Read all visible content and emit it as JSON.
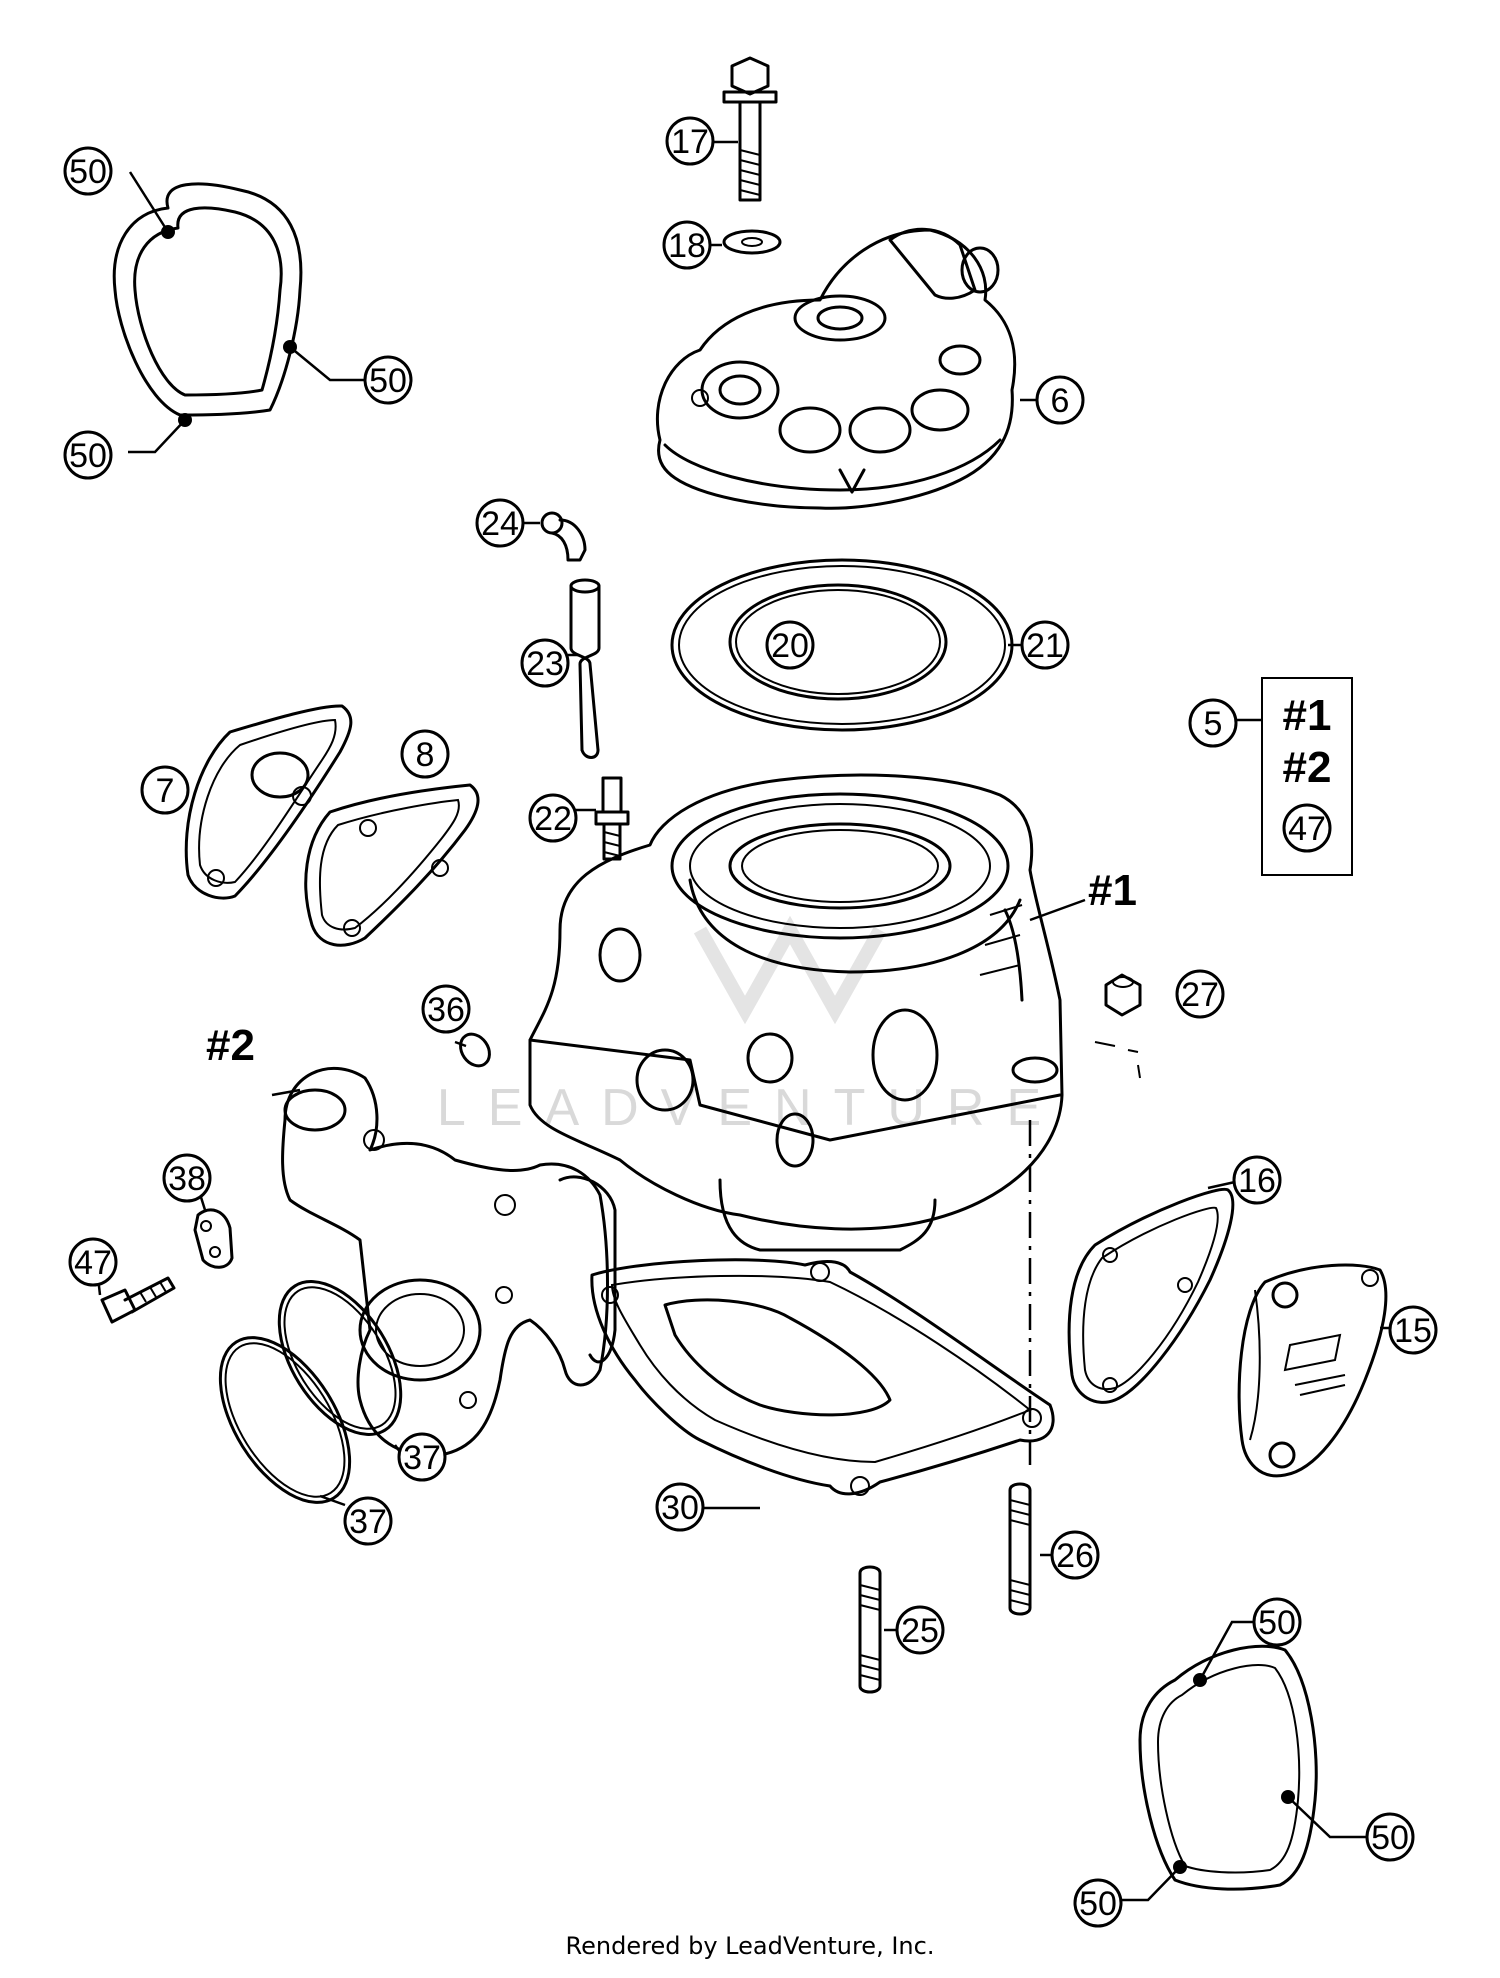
{
  "callouts": {
    "c50a": "50",
    "c50b": "50",
    "c50c": "50",
    "c17": "17",
    "c18": "18",
    "c6": "6",
    "c24": "24",
    "c20": "20",
    "c21": "21",
    "c23": "23",
    "c5": "5",
    "c7": "7",
    "c8": "8",
    "c22": "22",
    "c27": "27",
    "c36": "36",
    "c38": "38",
    "c47": "47",
    "c16": "16",
    "c15": "15",
    "c37a": "37",
    "c37b": "37",
    "c30": "30",
    "c26": "26",
    "c25": "25",
    "c50d": "50",
    "c50e": "50",
    "c50f": "50"
  },
  "labels": {
    "assembly_1": "#1",
    "assembly_2": "#2"
  },
  "kit_box": {
    "item1": "#1",
    "item2": "#2",
    "item3": "47"
  },
  "watermark": "LEADVENTURE",
  "footer": "Rendered by LeadVenture, Inc."
}
